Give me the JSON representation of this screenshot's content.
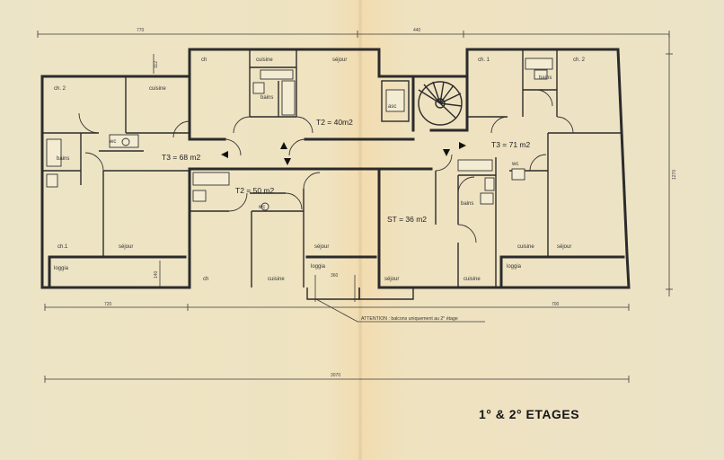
{
  "title": "1° & 2° ETAGES",
  "apartments": {
    "t3_left": "T3 = 68 m2",
    "t2_top": "T2 = 40m2",
    "t2_mid": "T2 = 50 m2",
    "studio": "ST = 36 m2",
    "t3_right": "T3 = 71 m2"
  },
  "rooms": {
    "ch2_left": "ch. 2",
    "cuisine_left": "cuisine",
    "bains_left": "bains",
    "wc_left": "wc",
    "ch1_left": "ch.1",
    "sejour_left": "séjour",
    "loggia_left": "loggia",
    "ch_top": "ch",
    "cuisine_top": "cuisine",
    "sejour_top": "séjour",
    "bains_top": "bains",
    "asc": "asc",
    "ch_mid": "ch",
    "wc_mid": "wc",
    "cuisine_mid": "cuisine",
    "sejour_mid": "séjour",
    "loggia_mid": "loggia",
    "sejour_st": "séjour",
    "bains_st": "bains",
    "cuisine_st": "cuisine",
    "ch1_right": "ch. 1",
    "ch2_right": "ch. 2",
    "bains_right": "bains",
    "wc_right": "wc",
    "cuisine_right": "cuisine",
    "sejour_right": "séjour",
    "loggia_right": "loggia"
  },
  "dimensions": {
    "top_left": "770",
    "top_right": "440",
    "side_left": "112",
    "side_right": "1270",
    "loggia_depth": "140",
    "balcony": "360",
    "bottom_left": "720",
    "bottom_right": "700",
    "overall": "3070"
  },
  "note": "ATTENTION : balcons uniquement au 2° étage"
}
